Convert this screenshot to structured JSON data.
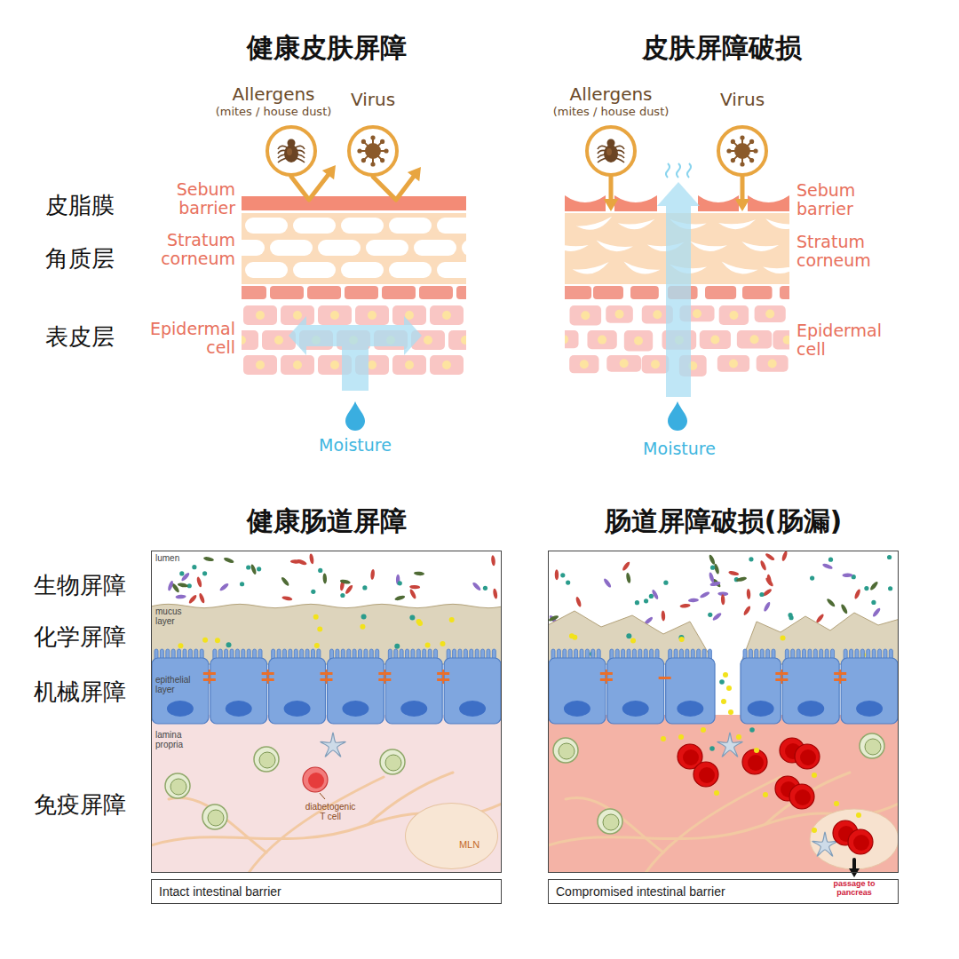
{
  "diagram": {
    "nodes": [
      {
        "text": [
          "健康肠道屏障"
        ]
      },
      {
        "text": [
          "MLN"
        ],
        "in": 0
      },
      {
        "text": [
          "Intact intestinal barrier"
        ]
      },
      {
        "text": [
          "肠道屏障破损(肠漏)"
        ]
      },
      {
        "text": [
          "Compromised intestinal barrier"
        ]
      }
    ],
    "labels": [
      "健康皮肤屏障",
      "皮肤屏障破损",
      "皮脂膜",
      "角质层",
      "表皮层",
      "Allergens",
      "(mites / house dust)",
      "Virus",
      "Sebum barrier",
      "Stratum corneum",
      "Epidermal cell",
      "Moisture",
      "Allergens",
      "(mites / house dust)",
      "Virus",
      "Sebum barrier",
      "Stratum corneum",
      "Epidermal cell",
      "Moisture",
      "生物屏障",
      "化学屏障",
      "机械屏障",
      "免疫屏障",
      "lumen",
      "mucus layer",
      "epithelial layer",
      "lamina propria",
      "diabetogenic T cell",
      "passage to pancreas"
    ]
  }
}
